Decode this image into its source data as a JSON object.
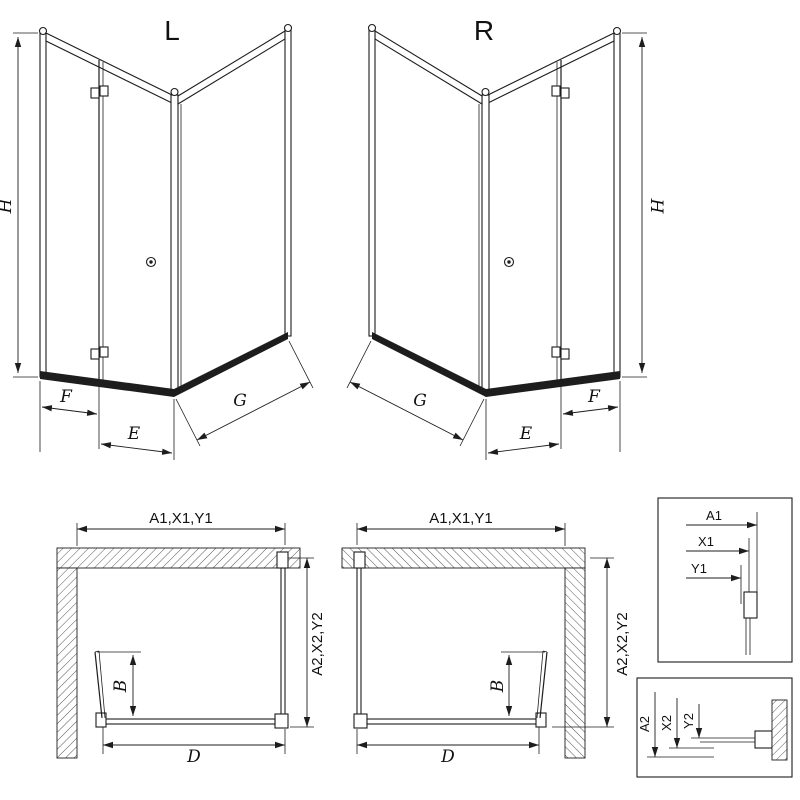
{
  "drawing": {
    "ink_color": "#1d1d1d",
    "background_color": "#ffffff"
  },
  "iso_left": {
    "title": "L",
    "dim_height": "H",
    "dim_front_fixed": "F",
    "dim_entry": "E",
    "dim_side": "G"
  },
  "iso_right": {
    "title": "R",
    "dim_height": "H",
    "dim_front_fixed": "F",
    "dim_entry": "E",
    "dim_side": "G"
  },
  "plan_left": {
    "dim_width_top": "A1,X1,Y1",
    "dim_depth_side": "A2,X2,Y2",
    "dim_door_projection": "B",
    "dim_width_bottom": "D"
  },
  "plan_right": {
    "dim_width_top": "A1,X1,Y1",
    "dim_depth_side": "A2,X2,Y2",
    "dim_door_projection": "B",
    "dim_width_bottom": "D"
  },
  "detail_top": {
    "dim_1": "A1",
    "dim_2": "X1",
    "dim_3": "Y1"
  },
  "detail_bottom": {
    "dim_1": "A2",
    "dim_2": "X2",
    "dim_3": "Y2"
  }
}
